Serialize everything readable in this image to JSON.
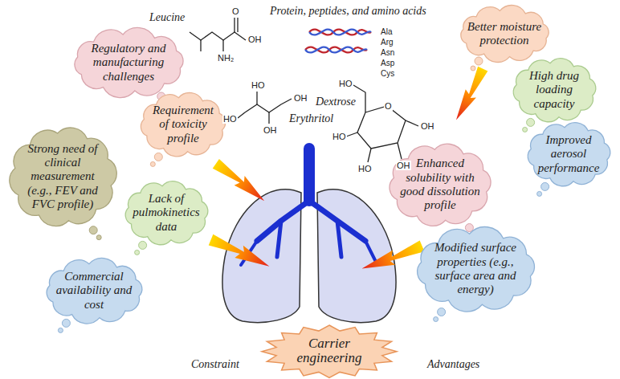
{
  "diagram": {
    "nodes": [
      {
        "text": [
          "Regulatory and manufacturing challenges"
        ]
      },
      {
        "text": [
          "Better moisture protection"
        ]
      },
      {
        "text": [
          "High drug loading capacity"
        ]
      },
      {
        "text": [
          "Requirement of toxicity profile"
        ]
      },
      {
        "text": [
          "Improved aerosol performance"
        ]
      },
      {
        "text": [
          "Strong need of clinical measurement (e.g., FEV and FVC profile)"
        ]
      },
      {
        "text": [
          "Enhanced solubility with good dissolution profile"
        ]
      },
      {
        "text": [
          "Lack of pulmokinetics data"
        ]
      },
      {
        "text": [
          "Modified surface properties (e.g., surface area and energy)"
        ]
      },
      {
        "text": [
          "Commercial availability and cost"
        ]
      },
      {
        "text": [
          "Carrier engineering"
        ]
      }
    ],
    "labels": [
      "Leucine",
      "O",
      "OH",
      "NH₂",
      "HO",
      "HO",
      "OH",
      "OH",
      "Erythritol",
      "Protein, peptides, and amino acids",
      "Ala",
      "Arg",
      "Asn",
      "Asp",
      "Cys",
      "HO",
      "O",
      "OH",
      "HO",
      "HO",
      "OH",
      "Dextrose",
      "Constraint",
      "Advantages"
    ]
  }
}
